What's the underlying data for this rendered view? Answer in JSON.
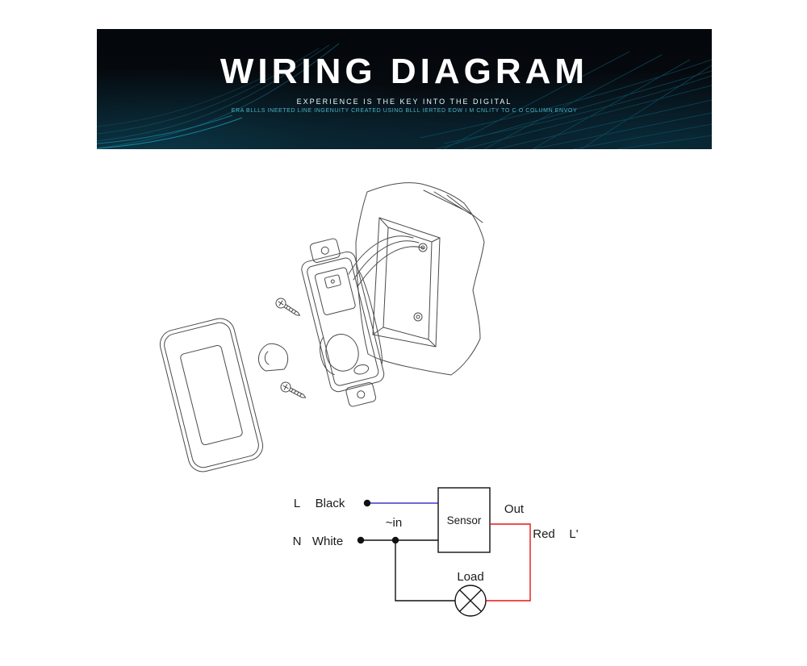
{
  "banner": {
    "title": "WIRING DIAGRAM",
    "subtitle": "EXPERIENCE IS THE KEY INTO THE DIGITAL",
    "tagline": "ERA BLLLS INEETED LINE INGENUITY CREATED USING BLLL IERTED EOW I M CNLITY TO C O COLUMN ENVOY",
    "colors": {
      "background": "#05090e",
      "wave": "#0f6075",
      "title": "#ffffff",
      "subtitle": "#e8fbff",
      "tagline": "#49b7cc"
    }
  },
  "exploded_view": {
    "parts": [
      "wall-plate",
      "mounting-screw-top",
      "mounting-screw-bottom",
      "sensor-switch",
      "wire-clamp",
      "wall-box",
      "wires",
      "wall-cutout"
    ]
  },
  "schematic": {
    "line_terminal": "L",
    "line_wire": "Black",
    "neutral_terminal": "N",
    "neutral_wire": "White",
    "input_label": "~in",
    "sensor_label": "Sensor",
    "out_label": "Out",
    "out_wire": "Red",
    "out_terminal": "L'",
    "load_label": "Load",
    "colors": {
      "line_wire": "#3a3ac8",
      "neutral_wire": "#111111",
      "out_wire": "#e81313",
      "outline": "#111111"
    }
  }
}
